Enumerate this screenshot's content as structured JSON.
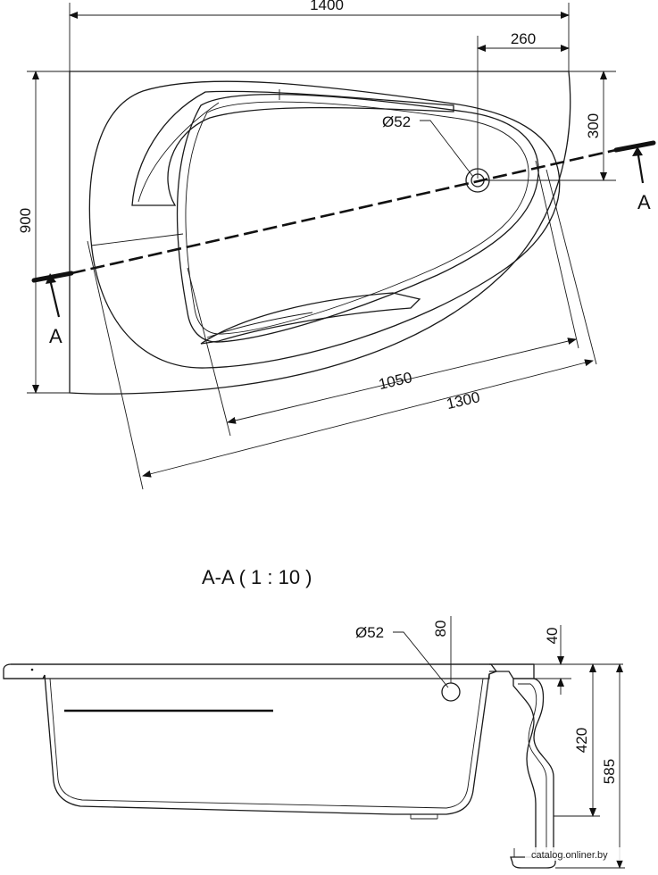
{
  "plan": {
    "dim_length": "1400",
    "dim_drain_offset": "260",
    "dim_width": "900",
    "dim_drain_from_top": "300",
    "dim_drain_diameter": "Ø52",
    "dim_inner_length": "1050",
    "dim_diag_length": "1300",
    "section_mark_left": "A",
    "section_mark_right": "A"
  },
  "section": {
    "title": "A-A  ( 1 : 10 )",
    "dim_drain_diameter": "Ø52",
    "dim_drain_height": "80",
    "dim_rim": "40",
    "dim_leg_height": "420",
    "dim_total_height": "585"
  },
  "watermark": "catalog.onliner.by"
}
